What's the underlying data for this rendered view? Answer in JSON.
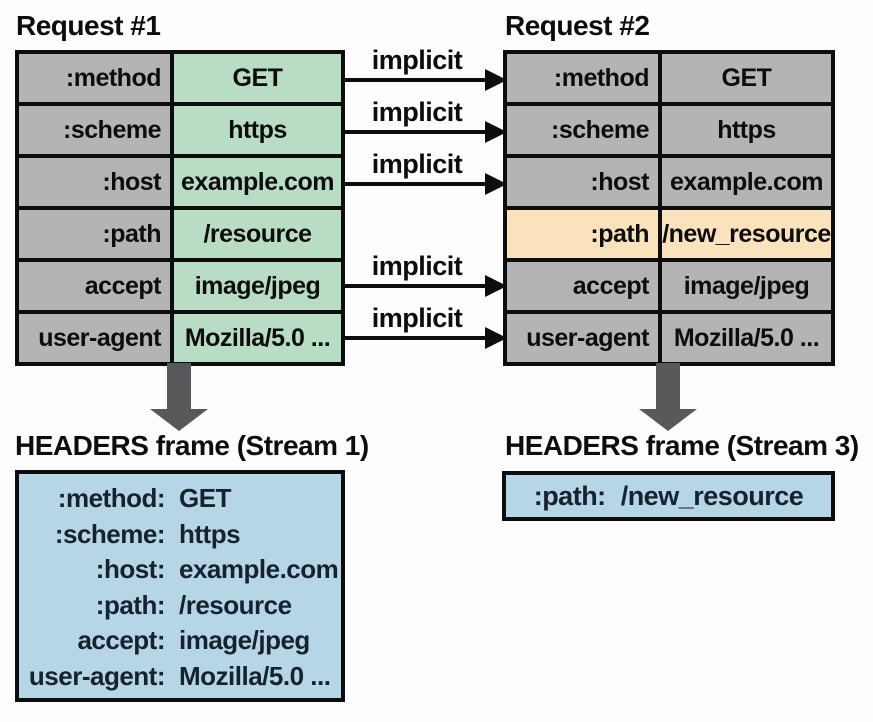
{
  "colors": {
    "cell_gray": "#b4b4b4",
    "cell_green": "#b9dcc5",
    "cell_orange": "#fae2bc",
    "frame_blue": "#b6d6e8",
    "border_black": "#0d0d0d",
    "arrow_gray": "#57585a",
    "frame_text": "#16222e"
  },
  "request1": {
    "title": "Request #1",
    "rows": [
      {
        "name": ":method",
        "value": "GET"
      },
      {
        "name": ":scheme",
        "value": "https"
      },
      {
        "name": ":host",
        "value": "example.com"
      },
      {
        "name": ":path",
        "value": "/resource"
      },
      {
        "name": "accept",
        "value": "image/jpeg"
      },
      {
        "name": "user-agent",
        "value": "Mozilla/5.0 ..."
      }
    ]
  },
  "request2": {
    "title": "Request #2",
    "rows": [
      {
        "name": ":method",
        "value": "GET"
      },
      {
        "name": ":scheme",
        "value": "https"
      },
      {
        "name": ":host",
        "value": "example.com"
      },
      {
        "name": ":path",
        "value": "/new_resource",
        "highlighted": true
      },
      {
        "name": "accept",
        "value": "image/jpeg"
      },
      {
        "name": "user-agent",
        "value": "Mozilla/5.0 ..."
      }
    ]
  },
  "arrows": {
    "labels": [
      "implicit",
      "implicit",
      "implicit",
      "implicit",
      "implicit"
    ]
  },
  "frame1": {
    "title": "HEADERS frame (Stream 1)",
    "rows": [
      {
        "name": ":method:",
        "value": "GET"
      },
      {
        "name": ":scheme:",
        "value": "https"
      },
      {
        "name": ":host:",
        "value": "example.com"
      },
      {
        "name": ":path:",
        "value": "/resource"
      },
      {
        "name": "accept:",
        "value": "image/jpeg"
      },
      {
        "name": "user-agent:",
        "value": "Mozilla/5.0 ..."
      }
    ]
  },
  "frame3": {
    "title": "HEADERS frame (Stream 3)",
    "rows": [
      {
        "name": ":path:",
        "value": "/new_resource"
      }
    ]
  }
}
